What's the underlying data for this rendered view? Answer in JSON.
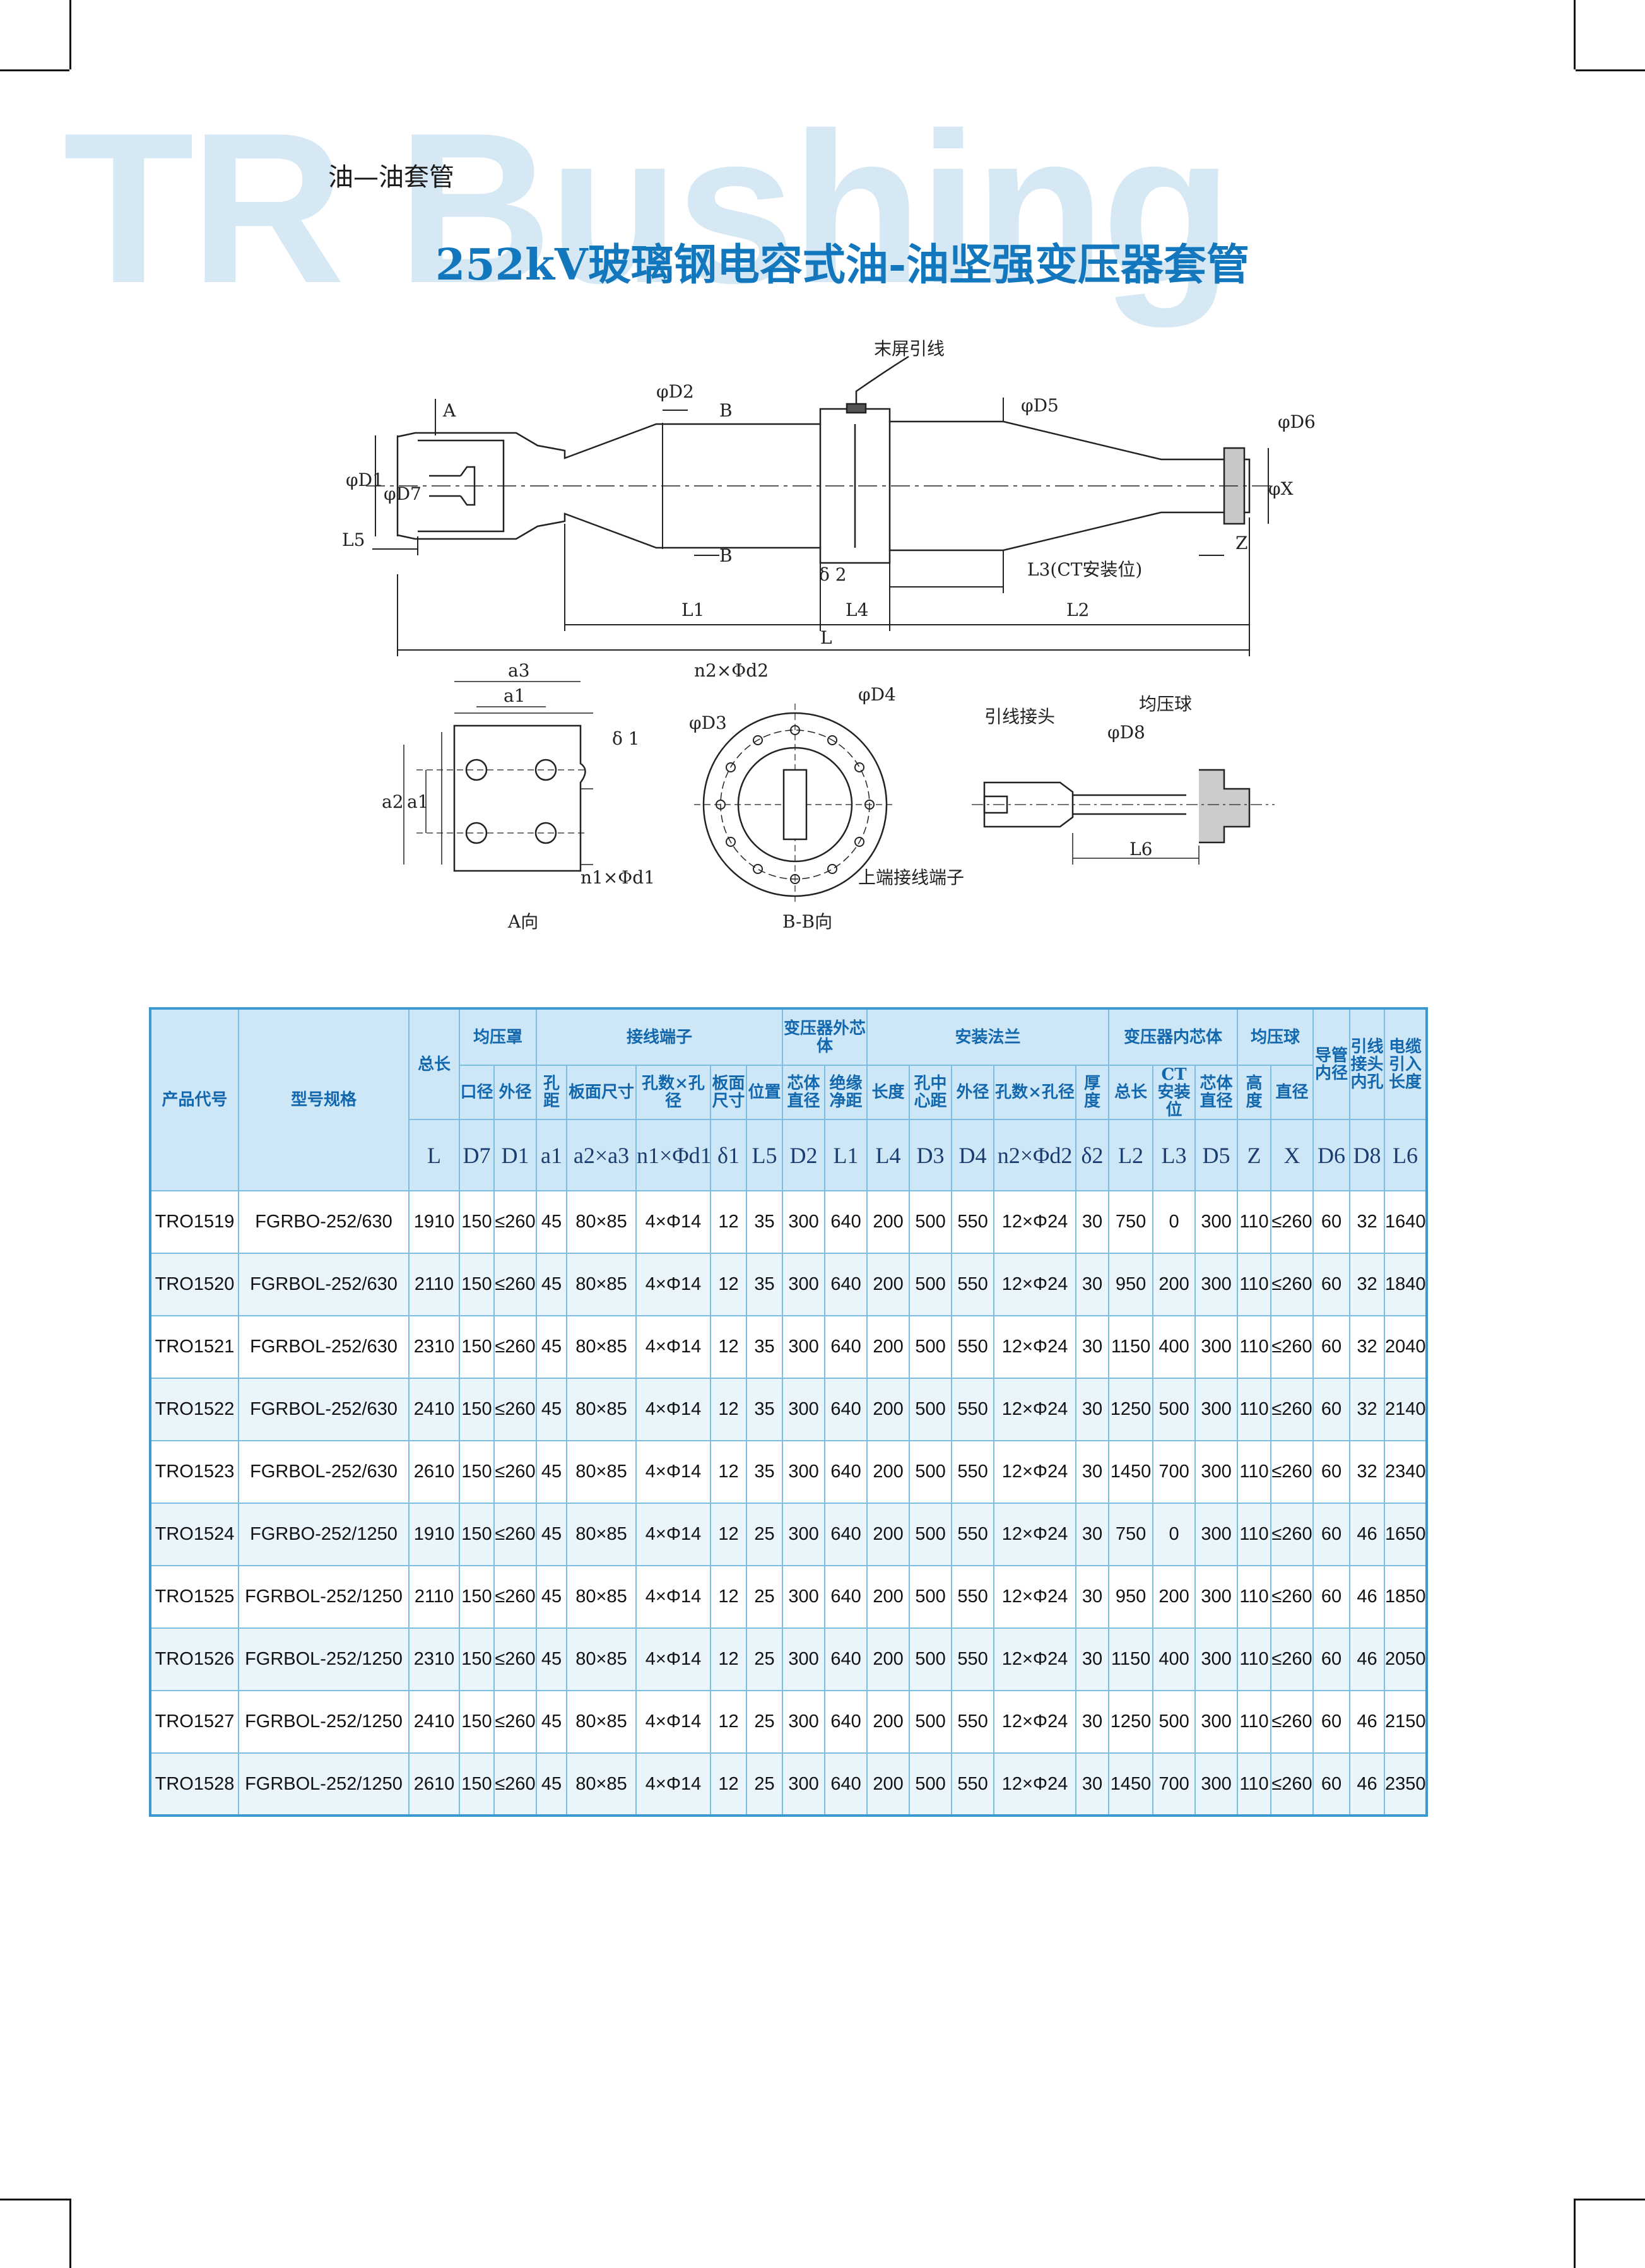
{
  "header": {
    "watermark": "TR Bushing",
    "category": "油—油套管",
    "title": "252kV玻璃钢电容式油-油坚强变压器套管"
  },
  "drawing_labels": {
    "tail_screen_lead": "末屏引线",
    "d2": "φD2",
    "d5": "φD5",
    "d6": "φD6",
    "d1": "φD1",
    "d7": "φD7",
    "dx": "φX",
    "a": "A",
    "b": "B",
    "l5": "L5",
    "l1": "L1",
    "l4": "L4",
    "l2": "L2",
    "l": "L",
    "delta2": "δ 2",
    "l3": "L3(CT安装位)",
    "z": "Z",
    "a3": "a3",
    "a1": "a1",
    "a2": "a2",
    "delta1": "δ 1",
    "n1d1": "n1×Φd1",
    "view_a": "A向",
    "n2d2": "n2×Φd2",
    "d4": "φD4",
    "d3": "φD3",
    "top_terminal": "上端接线端子",
    "view_bb": "B-B向",
    "lead_connector": "引线接头",
    "stress_ball": "均压球",
    "d8": "φD8",
    "l6": "L6"
  },
  "table": {
    "groups": {
      "product_code": "产品代号",
      "model": "型号规格",
      "total_length": "总长",
      "shield": "均压罩",
      "terminal": "接线端子",
      "outer_core": "变压器外芯体",
      "flange": "安装法兰",
      "inner_core": "变压器内芯体",
      "ball": "均压球",
      "tube_id": "导管内径",
      "lead_hole": "引线接头内孔",
      "cable_length": "电缆引入长度"
    },
    "subheaders": {
      "mouth_dia": "口径",
      "outer_dia": "外径",
      "hole_spacing": "孔距",
      "plate_size": "板面尺寸",
      "hole_count_dia": "孔数×孔径",
      "plate_thick": "板面尺寸",
      "position": "位置",
      "core_dia": "芯体直径",
      "insul_dist": "绝缘净距",
      "flange_len": "长度",
      "hole_center": "孔中心距",
      "flange_od": "外径",
      "flange_holes": "孔数×孔径",
      "thickness": "厚度",
      "inner_total": "总长",
      "ct_pos": "CT安装位",
      "inner_core_dia": "芯体直径",
      "ball_height": "高度",
      "ball_dia": "直径"
    },
    "symbols": [
      "L",
      "D7",
      "D1",
      "a1",
      "a2×a3",
      "n1×Φd1",
      "δ1",
      "L5",
      "D2",
      "L1",
      "L4",
      "D3",
      "D4",
      "n2×Φd2",
      "δ2",
      "L2",
      "L3",
      "D5",
      "Z",
      "X",
      "D6",
      "D8",
      "L6"
    ],
    "rows": [
      [
        "TRO1519",
        "FGRBO-252/630",
        "1910",
        "150",
        "≤260",
        "45",
        "80×85",
        "4×Φ14",
        "12",
        "35",
        "300",
        "640",
        "200",
        "500",
        "550",
        "12×Φ24",
        "30",
        "750",
        "0",
        "300",
        "110",
        "≤260",
        "60",
        "32",
        "1640"
      ],
      [
        "TRO1520",
        "FGRBOL-252/630",
        "2110",
        "150",
        "≤260",
        "45",
        "80×85",
        "4×Φ14",
        "12",
        "35",
        "300",
        "640",
        "200",
        "500",
        "550",
        "12×Φ24",
        "30",
        "950",
        "200",
        "300",
        "110",
        "≤260",
        "60",
        "32",
        "1840"
      ],
      [
        "TRO1521",
        "FGRBOL-252/630",
        "2310",
        "150",
        "≤260",
        "45",
        "80×85",
        "4×Φ14",
        "12",
        "35",
        "300",
        "640",
        "200",
        "500",
        "550",
        "12×Φ24",
        "30",
        "1150",
        "400",
        "300",
        "110",
        "≤260",
        "60",
        "32",
        "2040"
      ],
      [
        "TRO1522",
        "FGRBOL-252/630",
        "2410",
        "150",
        "≤260",
        "45",
        "80×85",
        "4×Φ14",
        "12",
        "35",
        "300",
        "640",
        "200",
        "500",
        "550",
        "12×Φ24",
        "30",
        "1250",
        "500",
        "300",
        "110",
        "≤260",
        "60",
        "32",
        "2140"
      ],
      [
        "TRO1523",
        "FGRBOL-252/630",
        "2610",
        "150",
        "≤260",
        "45",
        "80×85",
        "4×Φ14",
        "12",
        "35",
        "300",
        "640",
        "200",
        "500",
        "550",
        "12×Φ24",
        "30",
        "1450",
        "700",
        "300",
        "110",
        "≤260",
        "60",
        "32",
        "2340"
      ],
      [
        "TRO1524",
        "FGRBO-252/1250",
        "1910",
        "150",
        "≤260",
        "45",
        "80×85",
        "4×Φ14",
        "12",
        "25",
        "300",
        "640",
        "200",
        "500",
        "550",
        "12×Φ24",
        "30",
        "750",
        "0",
        "300",
        "110",
        "≤260",
        "60",
        "46",
        "1650"
      ],
      [
        "TRO1525",
        "FGRBOL-252/1250",
        "2110",
        "150",
        "≤260",
        "45",
        "80×85",
        "4×Φ14",
        "12",
        "25",
        "300",
        "640",
        "200",
        "500",
        "550",
        "12×Φ24",
        "30",
        "950",
        "200",
        "300",
        "110",
        "≤260",
        "60",
        "46",
        "1850"
      ],
      [
        "TRO1526",
        "FGRBOL-252/1250",
        "2310",
        "150",
        "≤260",
        "45",
        "80×85",
        "4×Φ14",
        "12",
        "25",
        "300",
        "640",
        "200",
        "500",
        "550",
        "12×Φ24",
        "30",
        "1150",
        "400",
        "300",
        "110",
        "≤260",
        "60",
        "46",
        "2050"
      ],
      [
        "TRO1527",
        "FGRBOL-252/1250",
        "2410",
        "150",
        "≤260",
        "45",
        "80×85",
        "4×Φ14",
        "12",
        "25",
        "300",
        "640",
        "200",
        "500",
        "550",
        "12×Φ24",
        "30",
        "1250",
        "500",
        "300",
        "110",
        "≤260",
        "60",
        "46",
        "2150"
      ],
      [
        "TRO1528",
        "FGRBOL-252/1250",
        "2610",
        "150",
        "≤260",
        "45",
        "80×85",
        "4×Φ14",
        "12",
        "25",
        "300",
        "640",
        "200",
        "500",
        "550",
        "12×Φ24",
        "30",
        "1450",
        "700",
        "300",
        "110",
        "≤260",
        "60",
        "46",
        "2350"
      ]
    ]
  }
}
